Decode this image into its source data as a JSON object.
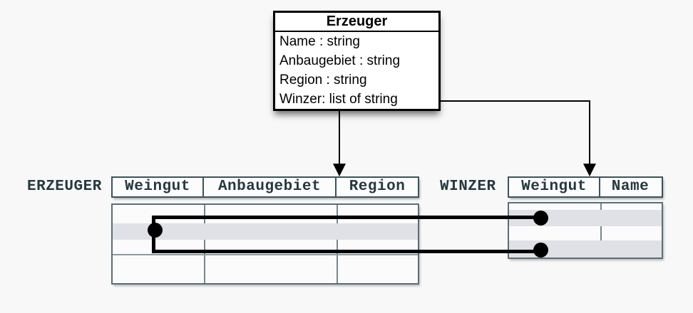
{
  "diagram": {
    "class_box": {
      "title": "Erzeuger",
      "attributes": [
        "Name : string",
        "Anbaugebiet : string",
        "Region : string",
        "Winzer: list of string"
      ]
    },
    "tables": {
      "erzeuger": {
        "label": "ERZEUGER",
        "columns": [
          "Weingut",
          "Anbaugebiet",
          "Region"
        ]
      },
      "winzer": {
        "label": "WINZER",
        "columns": [
          "Weingut",
          "Name"
        ]
      }
    },
    "colors": {
      "background": "#f8f8f9",
      "table_border": "#3c5358",
      "header_text": "#24393f",
      "row_highlight": "#e0e1e6",
      "connector": "#000000"
    }
  }
}
